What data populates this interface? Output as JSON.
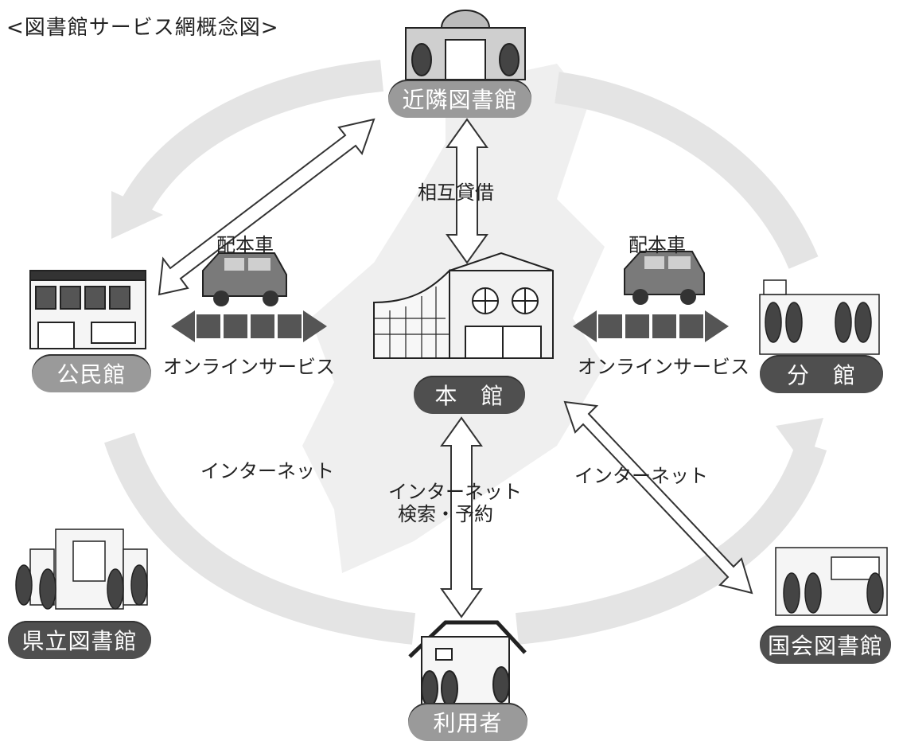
{
  "title": "<図書館サービス網概念図>",
  "nodes": {
    "neighbor": "近隣図書館",
    "main": "本　館",
    "kominkan": "公民館",
    "branch": "分　館",
    "prefectural": "県立図書館",
    "national": "国会図書館",
    "user": "利用者"
  },
  "labels": {
    "sogo_taishaku": "相互貸借",
    "haihonsha_left": "配本車",
    "haihonsha_right": "配本車",
    "online_left": "オンラインサービス",
    "online_right": "オンラインサービス",
    "internet_left": "インターネット",
    "internet_right": "インターネット",
    "internet_center_1": "インターネット",
    "internet_center_2": "検索・予約"
  },
  "colors": {
    "ring": "#e6e6e6",
    "pill_dark": "#4f4f4f",
    "pill_light": "#9a9a9a",
    "online_arrow": "#555555"
  }
}
